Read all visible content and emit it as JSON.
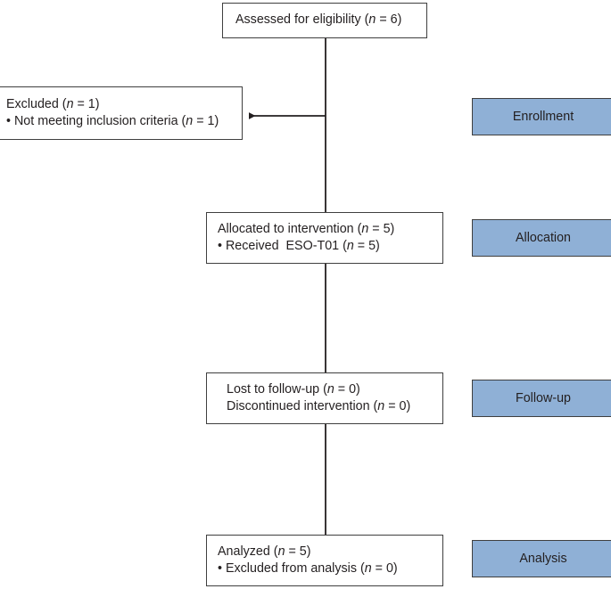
{
  "diagram": {
    "title": "CONSORT participant flow diagram",
    "background_color": "#ffffff",
    "box_border_color": "#3f3f3f",
    "stage_tag_color": "#8fb0d6",
    "text_color": "#231f20"
  },
  "boxes": {
    "assessed": {
      "name": "assessed-for-eligibility",
      "lines": [
        "Assessed for eligibility (n = 6)"
      ],
      "count": 6
    },
    "excluded": {
      "name": "excluded",
      "lines": [
        "Excluded (n = 1)",
        "• Not meeting inclusion criteria (n = 1)"
      ],
      "count": 1,
      "reasons": [
        {
          "label": "Not meeting inclusion criteria",
          "count": 1
        }
      ]
    },
    "allocated": {
      "name": "allocated-to-intervention",
      "lines": [
        "Allocated to intervention (n = 5)",
        "• Received  ESO-T01 (n = 5)"
      ],
      "count": 5,
      "intervention": "ESO-T01"
    },
    "followup": {
      "name": "follow-up",
      "lines": [
        "Lost to follow-up (n = 0)",
        "Discontinued intervention (n = 0)"
      ],
      "lost_to_followup": 0,
      "discontinued": 0
    },
    "analyzed": {
      "name": "analyzed",
      "lines": [
        "Analyzed (n = 5)",
        "• Excluded from analysis (n = 0)"
      ],
      "count": 5,
      "excluded_from_analysis": 0
    }
  },
  "stage_tags": [
    {
      "id": "enrollment",
      "label": "Enrollment"
    },
    {
      "id": "allocation",
      "label": "Allocation"
    },
    {
      "id": "followup",
      "label": "Follow-up"
    },
    {
      "id": "analysis",
      "label": "Analysis"
    }
  ],
  "connectors": [
    {
      "name": "assessed-to-branch",
      "from": "assessed",
      "to": "branch-point",
      "type": "vertical-line"
    },
    {
      "name": "branch-to-excluded",
      "from": "branch-point",
      "to": "excluded",
      "type": "arrow-left"
    },
    {
      "name": "branch-to-allocated",
      "from": "branch-point",
      "to": "allocated",
      "type": "vertical-line"
    },
    {
      "name": "allocated-to-followup",
      "from": "allocated",
      "to": "followup",
      "type": "arrow-down"
    },
    {
      "name": "followup-to-analyzed",
      "from": "followup",
      "to": "analyzed",
      "type": "arrow-down"
    }
  ]
}
